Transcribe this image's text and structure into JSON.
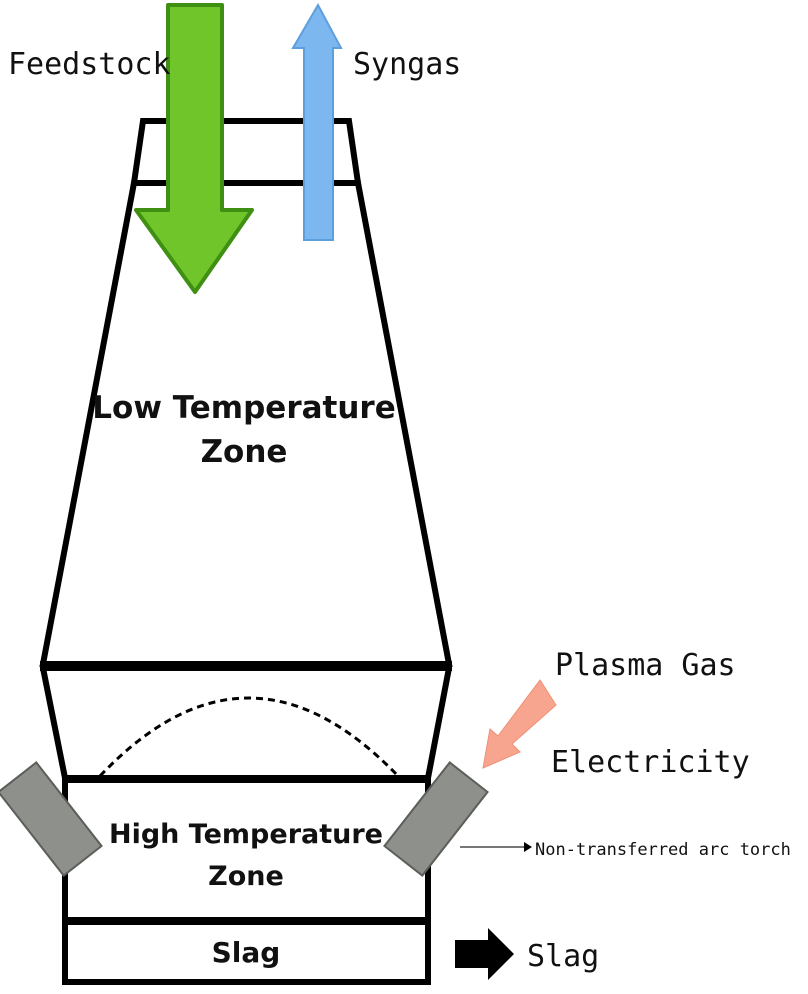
{
  "labels": {
    "feedstock": "Feedstock",
    "syngas": "Syngas",
    "low_zone_line1": "Low Temperature",
    "low_zone_line2": "Zone",
    "plasma_gas": "Plasma Gas",
    "electricity": "Electricity",
    "high_zone_line1": "High Temperature",
    "high_zone_line2": "Zone",
    "torch": "Non-transferred arc torch",
    "slag_inner": "Slag",
    "slag_outer": "Slag"
  },
  "colors": {
    "feedstock_arrow": "#6fc52a",
    "feedstock_arrow_edge": "#3f8f12",
    "syngas_arrow": "#7db7ef",
    "plasma_arrow": "#f7a58f",
    "torch": "#8e908c",
    "outline": "#000000"
  }
}
